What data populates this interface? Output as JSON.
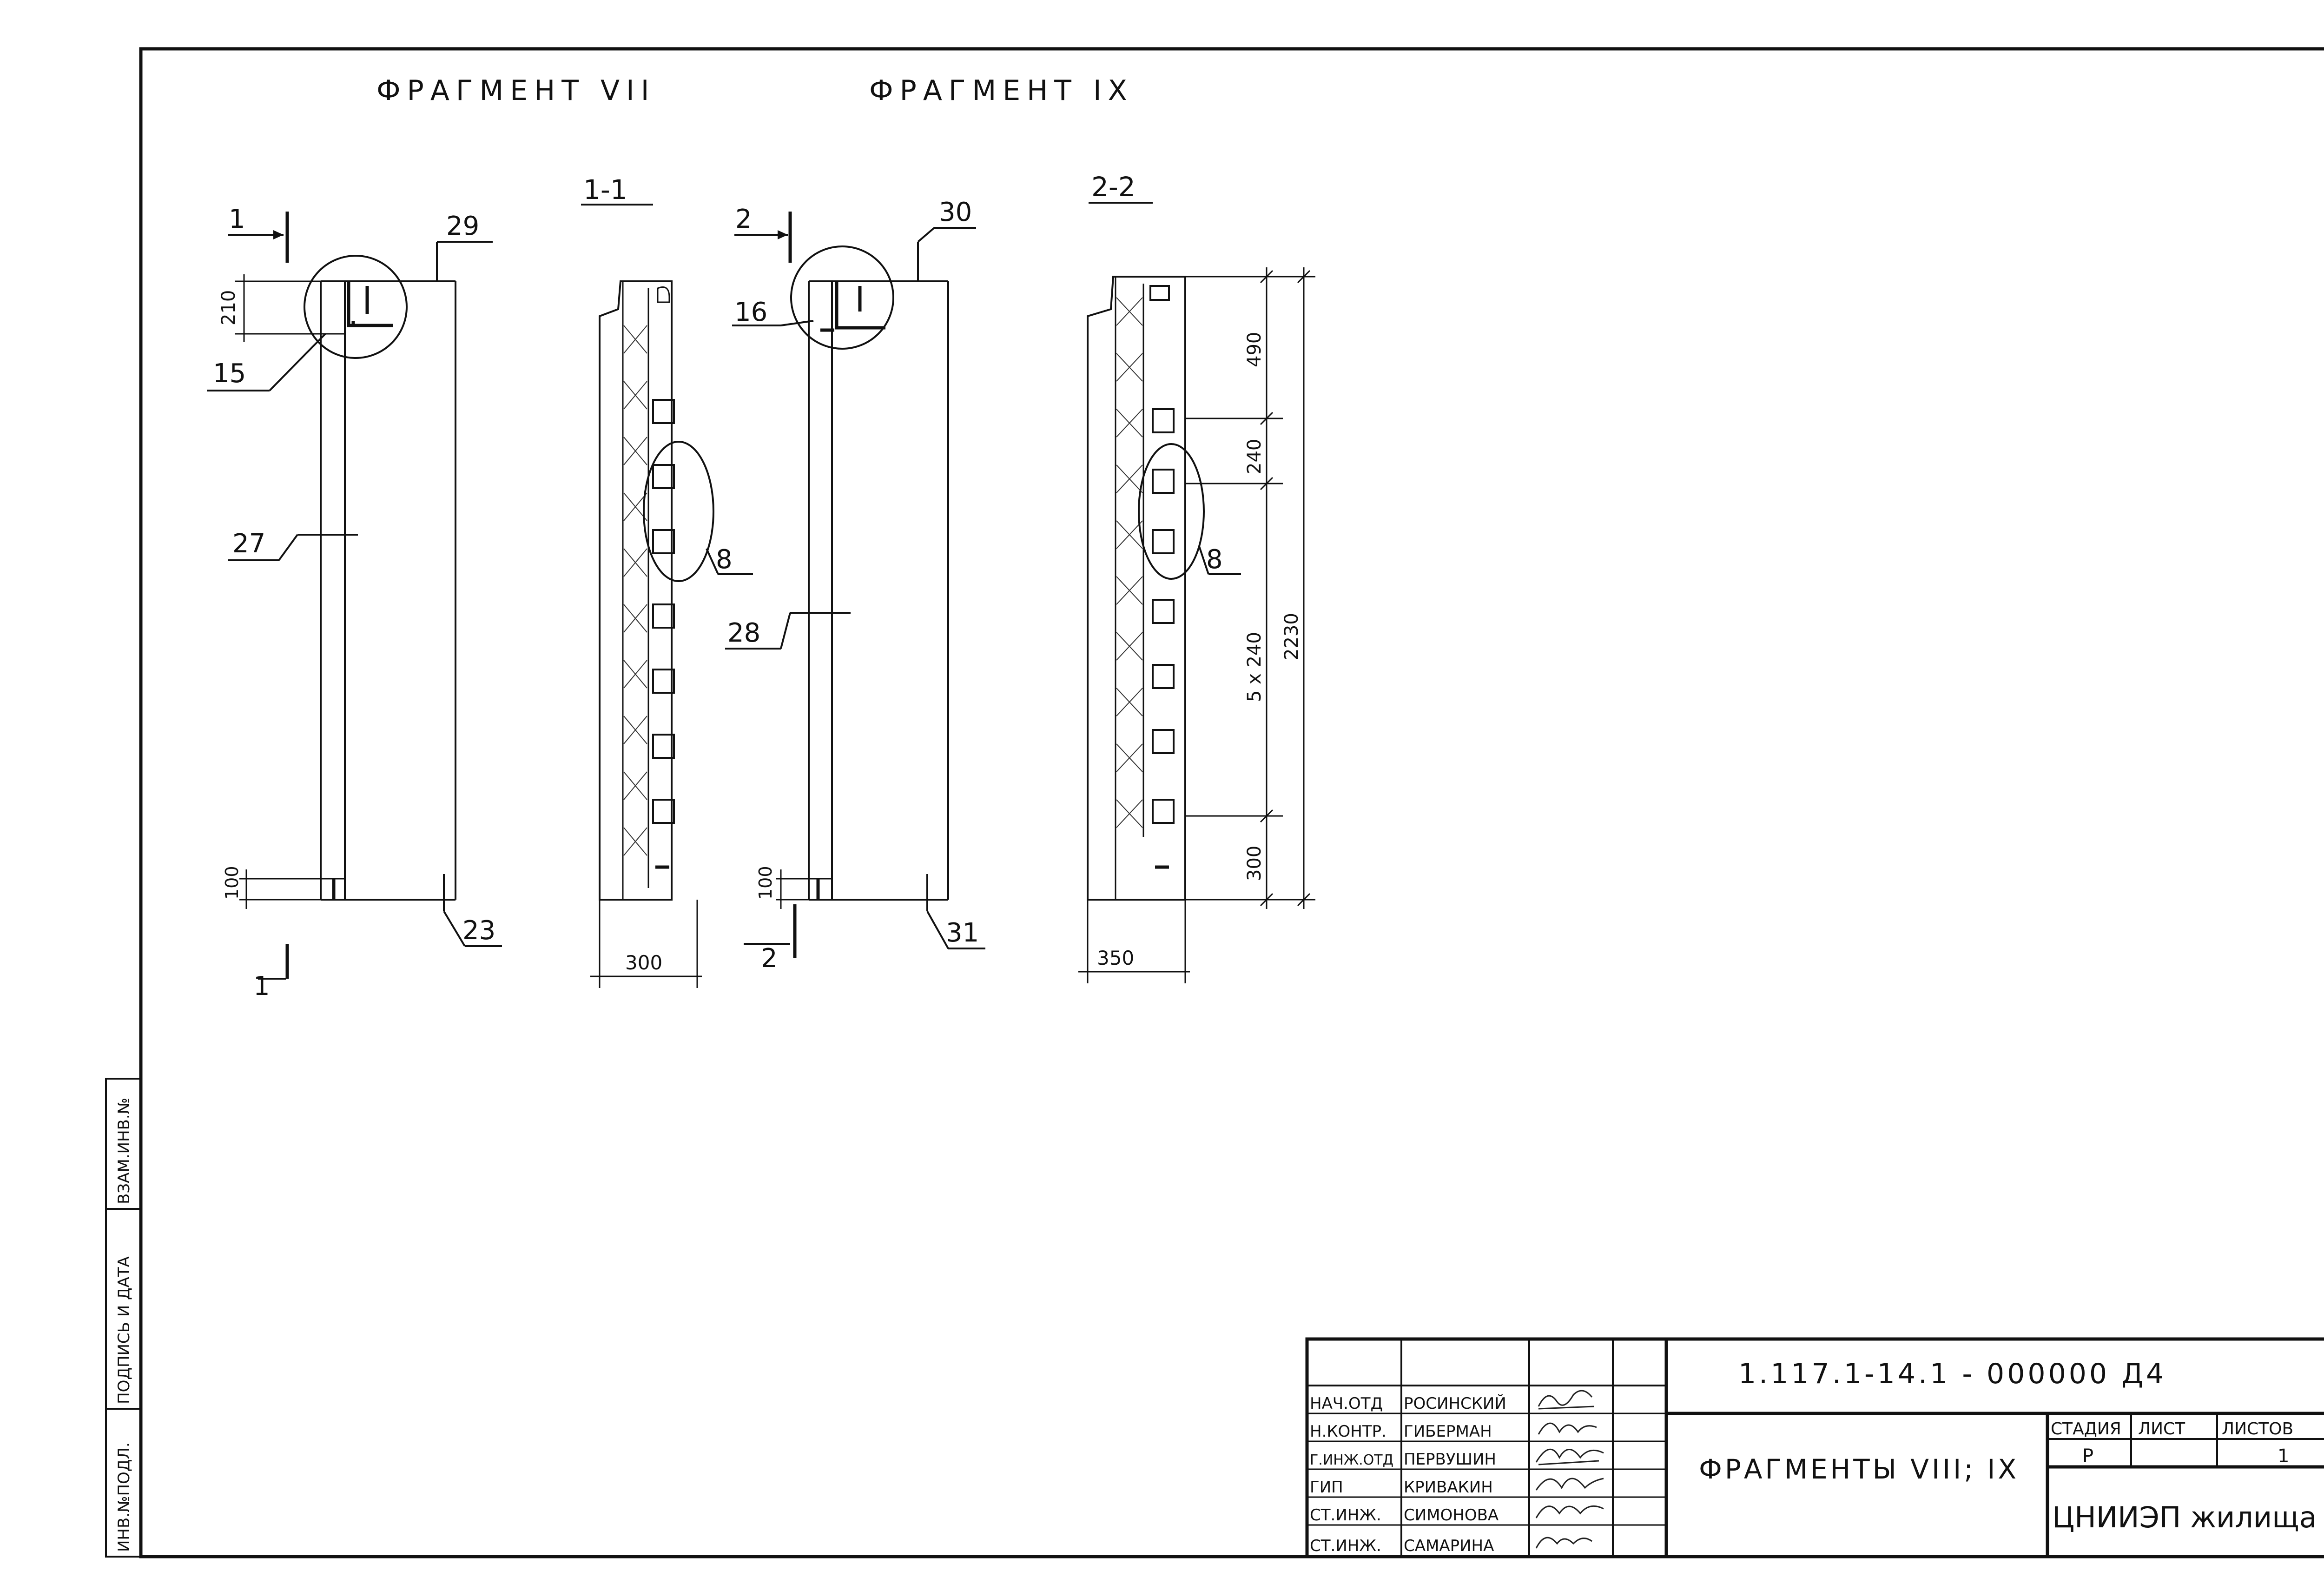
{
  "fragments": {
    "left_title": "ФРАГМЕНТ VII",
    "right_title": "ФРАГМЕНТ IX",
    "section1": "1-1",
    "section2": "2-2"
  },
  "markers": {
    "cut1_top": "1",
    "cut1_bottom": "1",
    "cut2_top": "2",
    "cut2_bottom": "2"
  },
  "callouts": {
    "c29": "29",
    "c15": "15",
    "c27": "27",
    "c23": "23",
    "c8a": "8",
    "c30": "30",
    "c16": "16",
    "c28": "28",
    "c31": "31",
    "c8b": "8"
  },
  "dimensions": {
    "d210": "210",
    "d100a": "100",
    "d300w": "300",
    "d100b": "100",
    "d490": "490",
    "d240": "240",
    "d5x240": "5 x 240",
    "d2230": "2230",
    "d300": "300",
    "d350": "350"
  },
  "side_stamp": {
    "inv_podl": "ИНВ.№ПОДЛ.",
    "podpis": "ПОДПИСЬ И ДАТА",
    "vzam": "ВЗАМ.ИНВ.№"
  },
  "title_block": {
    "code": "1.117.1-14.1 - 000000 Д4",
    "sheet_title": "ФРАГМЕНТЫ VIII; IX",
    "stage_header": "СТАДИЯ",
    "list_header": "ЛИСТ",
    "lists_header": "ЛИСТОВ",
    "stage_value": "Р",
    "list_value": "",
    "lists_value": "1",
    "organization": "ЦНИИЭП жилища",
    "people": [
      {
        "role": "НАЧ.ОТД",
        "name": "РОСИНСКИЙ"
      },
      {
        "role": "Н.КОНТР.",
        "name": "ГИБЕРМАН"
      },
      {
        "role": "Г.ИНЖ.ОТД",
        "name": "ПЕРВУШИН"
      },
      {
        "role": "ГИП",
        "name": "КРИВАКИН"
      },
      {
        "role": "СТ.ИНЖ.",
        "name": "СИМОНОВА"
      },
      {
        "role": "СТ.ИНЖ.",
        "name": "САМАРИНА"
      }
    ]
  }
}
